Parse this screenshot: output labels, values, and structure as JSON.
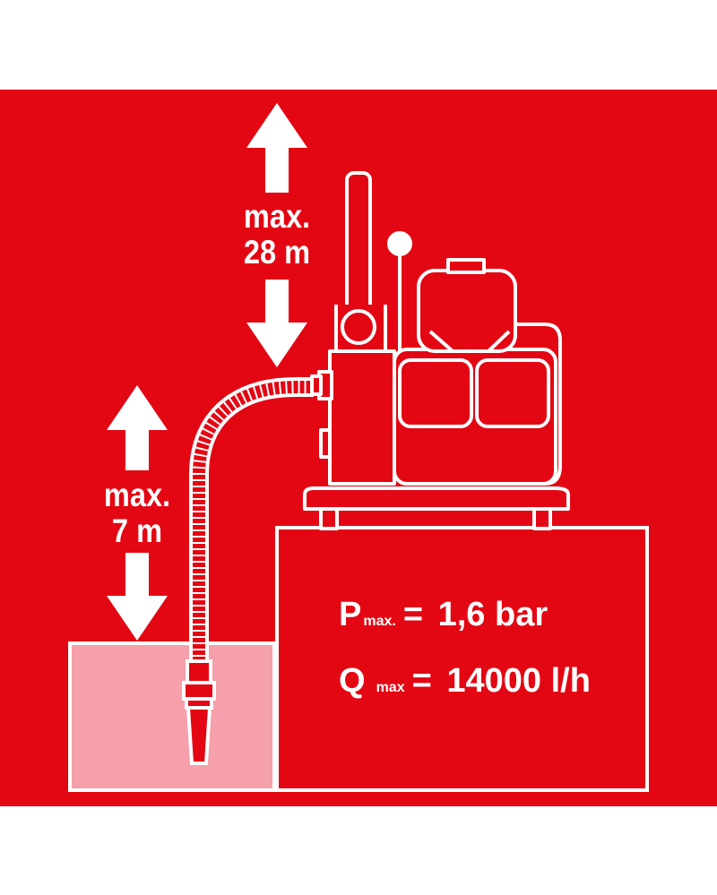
{
  "colors": {
    "background": "#e30613",
    "outline": "#ffffff",
    "water": "#f5a0aa",
    "page": "#ffffff"
  },
  "icons": [
    "up-arrow-icon",
    "down-arrow-icon",
    "water-pump-icon",
    "suction-hose-icon",
    "strainer-icon"
  ],
  "labels": {
    "delivery_height": {
      "line1": "max.",
      "line2": "28 m"
    },
    "suction_height": {
      "line1": "max.",
      "line2": "7 m"
    }
  },
  "specs": {
    "pressure": {
      "symbol": "P",
      "subscript": "max.",
      "equals": "=",
      "value": "1,6 bar"
    },
    "flow": {
      "symbol": "Q",
      "subscript": "max",
      "equals": "=",
      "value": "14000 l/h"
    }
  }
}
